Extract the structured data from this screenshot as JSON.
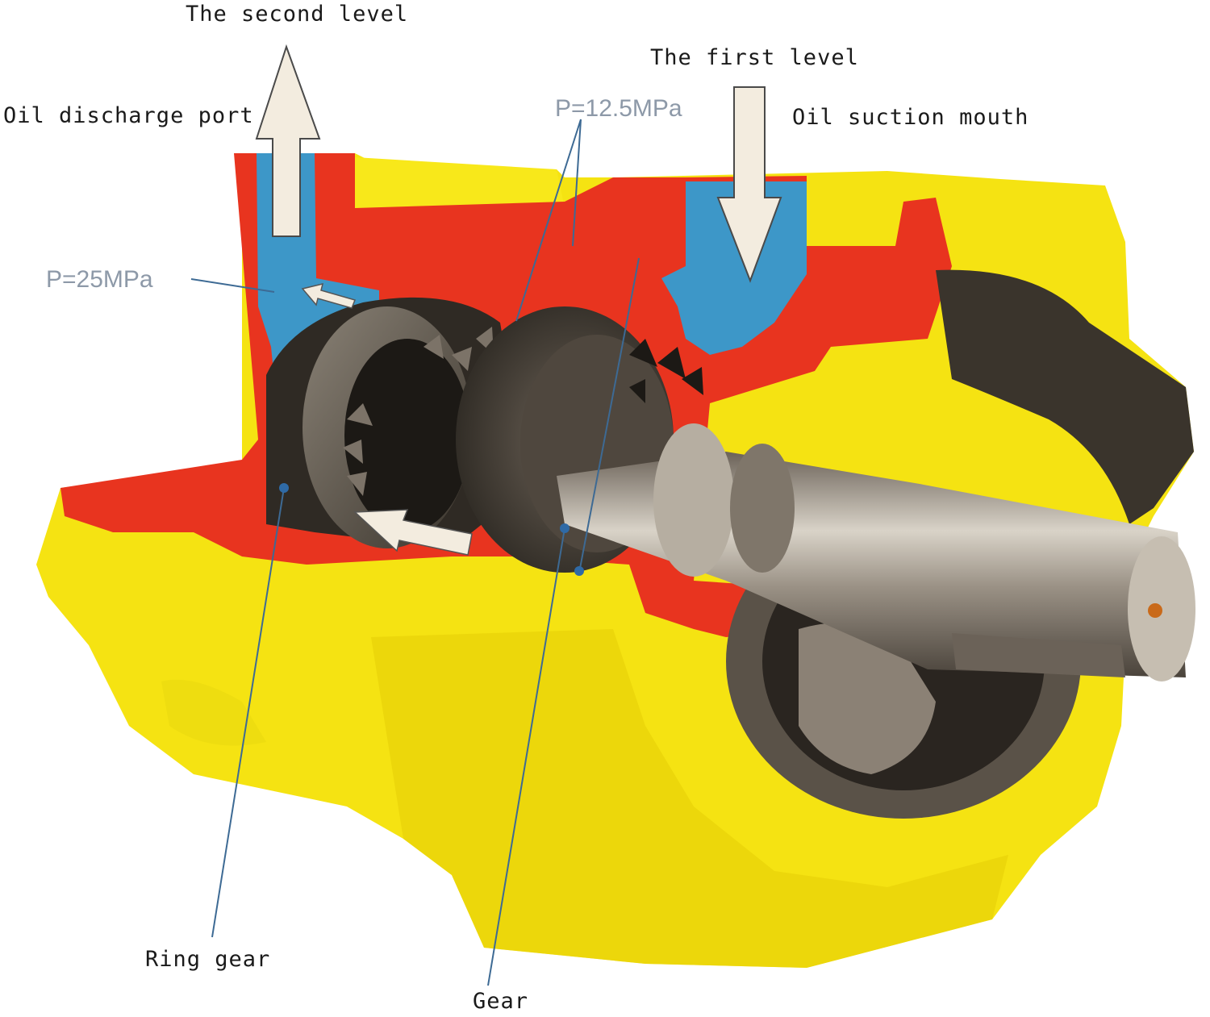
{
  "labels": {
    "second_level": "The second level",
    "first_level": "The first level",
    "discharge_port": "Oil discharge port",
    "suction_mouth": "Oil suction mouth",
    "pressure_high": "P=25MPa",
    "pressure_mid": "P=12.5MPa",
    "ring_gear": "Ring gear",
    "gear": "Gear"
  },
  "colors": {
    "housing_yellow": "#f5e312",
    "section_red": "#e8341f",
    "oil_blue": "#3d97c8",
    "metal": "#a59d91",
    "dark_metal": "#3a342c",
    "arrow_fill": "#f3ecdf"
  }
}
